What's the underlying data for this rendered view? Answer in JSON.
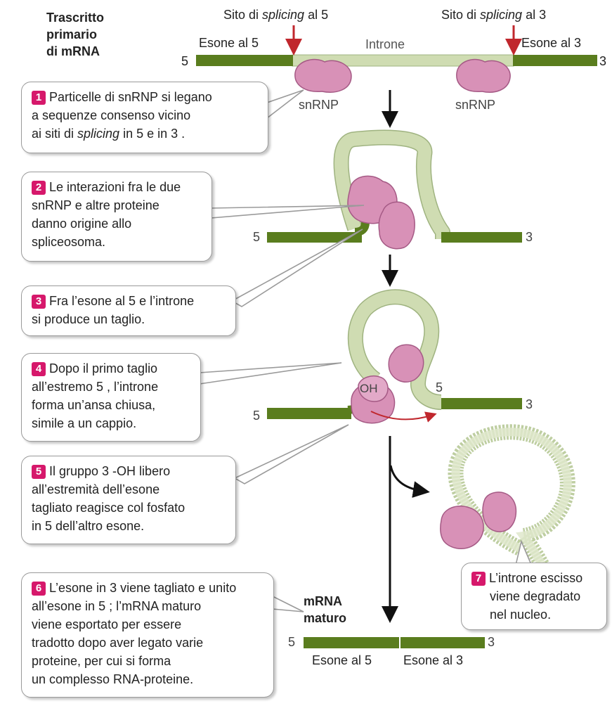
{
  "colors": {
    "exon": "#5a7d1e",
    "intron": "#cfdcb2",
    "intron_border": "#9fb380",
    "snrnp": "#d891b7",
    "accent": "#d6186b",
    "arrow_red": "#c0272d"
  },
  "labels": {
    "primary_title_1": "Trascritto",
    "primary_title_2": "primario",
    "primary_title_3": "di mRNA",
    "splice5_a": "Sito di ",
    "splice5_b": "splicing",
    "splice5_c": " al 5",
    "splice3_a": "Sito di ",
    "splice3_b": "splicing",
    "splice3_c": " al 3",
    "exon5": "Esone al 5",
    "intron": "Introne",
    "exon3": "Esone al 3",
    "end5": "5",
    "end3": "3",
    "snrnp": "snRNP",
    "oh": "OH",
    "mature_1": "mRNA",
    "mature_2": "maturo",
    "mature_exon5": "Esone al 5",
    "mature_exon3": "Esone al 3"
  },
  "steps": [
    {
      "num": "1",
      "lines": [
        "Particelle di snRNP si legano",
        "a sequenze consenso vicino"
      ],
      "line3_a": "ai siti di ",
      "line3_b": "splicing",
      "line3_c": " in 5  e in 3 ."
    },
    {
      "num": "2",
      "lines": [
        "Le interazioni fra le due",
        "snRNP e altre proteine",
        "danno origine allo",
        "spliceosoma."
      ]
    },
    {
      "num": "3",
      "lines": [
        "Fra l’esone al 5  e l’introne",
        "si produce un taglio."
      ]
    },
    {
      "num": "4",
      "lines": [
        "Dopo il primo taglio",
        "all’estremo 5 , l’introne",
        "forma un’ansa chiusa,",
        "simile a un cappio."
      ]
    },
    {
      "num": "5",
      "lines": [
        "Il gruppo 3 -OH libero",
        "all’estremità dell’esone",
        "tagliato reagisce col fosfato",
        "in 5  dell’altro esone."
      ]
    },
    {
      "num": "6",
      "lines": [
        "L’esone in 3  viene tagliato e unito",
        "all’esone in 5 ; l’mRNA maturo",
        "viene esportato per essere",
        "tradotto dopo aver legato varie",
        "proteine, per cui si forma",
        "un complesso RNA-proteine."
      ]
    },
    {
      "num": "7",
      "lines": [
        "L’introne escisso",
        "viene degradato",
        "nel nucleo."
      ]
    }
  ]
}
